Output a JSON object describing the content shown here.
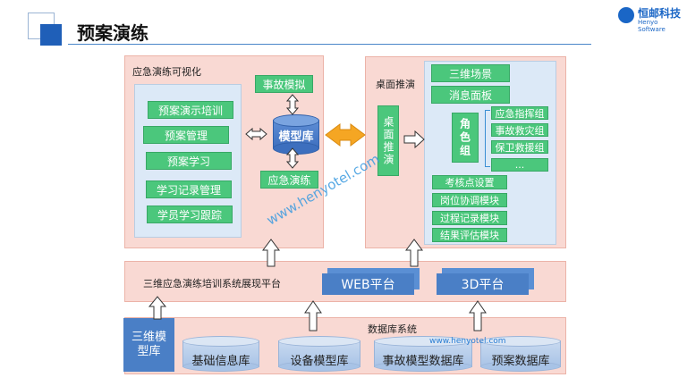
{
  "header": {
    "title": "预案演练",
    "brand_name": "恒邮科技",
    "brand_sub": "Henyo Software"
  },
  "visual": {
    "title": "应急演练可视化",
    "items": [
      "预案演示培训",
      "预案管理",
      "预案学习",
      "学习记录管理",
      "学员学习跟踪"
    ],
    "event_sim": "事故模拟",
    "model_lib": "模型库",
    "drill": "应急演练"
  },
  "desktop": {
    "title": "桌面推演",
    "side_label": "桌面推演",
    "scene": "三维场景",
    "message": "消息面板",
    "role_group": "角色组",
    "roles": [
      "应急指挥组",
      "事故救灾组",
      "保卫救援组",
      "..."
    ],
    "modules": [
      "考核点设置",
      "岗位协调模块",
      "过程记录模块",
      "结果评估模块"
    ]
  },
  "platform": {
    "title": "三维应急演练培训系统展现平台",
    "web": "WEB平台",
    "three_d": "3D平台"
  },
  "database": {
    "title": "数据库系统",
    "model_3d": "三维模型库",
    "dbs": [
      "基础信息库",
      "设备模型库",
      "事故模型数据库",
      "预案数据库"
    ]
  },
  "watermark": {
    "diagonal": "www.henyotel.com",
    "small": "www.henyotel.com"
  },
  "colors": {
    "accent_blue": "#1a66c6",
    "green": "#4bc77c",
    "pink": "#f9d9d3",
    "orange": "#f5a623"
  }
}
